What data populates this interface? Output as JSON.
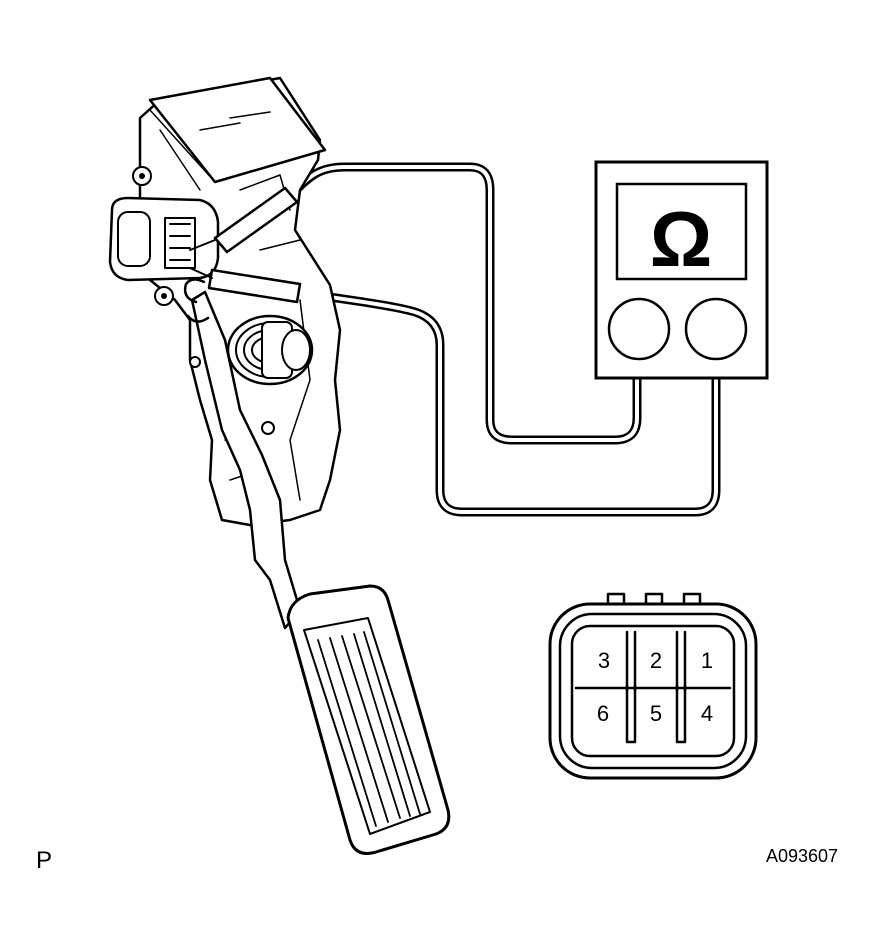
{
  "meter": {
    "symbol": "Ω"
  },
  "connector": {
    "pins_top": [
      "3",
      "2",
      "1"
    ],
    "pins_bottom": [
      "6",
      "5",
      "4"
    ]
  },
  "footer": {
    "left_mark": "P",
    "figure_id": "A093607"
  }
}
